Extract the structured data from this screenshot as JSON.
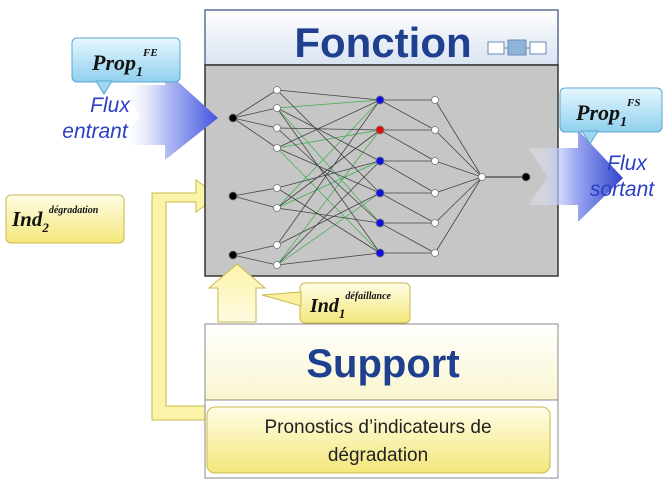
{
  "function_box": {
    "title": "Fonction"
  },
  "support_box": {
    "title": "Support"
  },
  "input": {
    "property": {
      "base": "Prop",
      "sub": "1",
      "sup": "FE"
    },
    "flux_line1": "Flux",
    "flux_line2": "entrant"
  },
  "output": {
    "property": {
      "base": "Prop",
      "sub": "1",
      "sup": "FS"
    },
    "flux_line1": "Flux",
    "flux_line2": "sortant"
  },
  "indicator_degradation": {
    "base": "Ind",
    "sub": "2",
    "sup": "dégradation"
  },
  "indicator_failure": {
    "base": "Ind",
    "sub": "1",
    "sup": "défaillance"
  },
  "prognostics": {
    "line1": "Pronostics d’indicateurs de",
    "line2": "dégradation"
  },
  "colors": {
    "input_node": "#000000",
    "hidden_node": "#ffffff",
    "blue_node": "#1010e0",
    "red_node": "#e01010",
    "title_blue": "#1f3f8f",
    "arrow_yellow": "#fbf3a8"
  }
}
